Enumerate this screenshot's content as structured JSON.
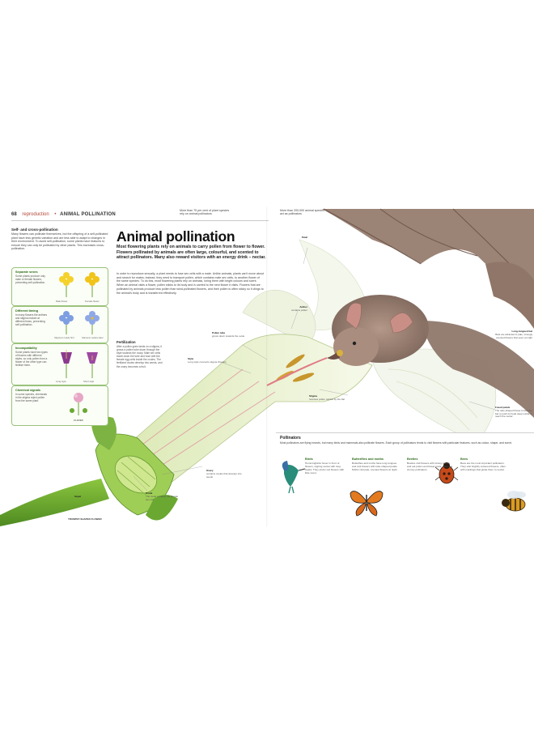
{
  "header": {
    "page_number": "68",
    "section": "reproduction",
    "separator": "•",
    "subtitle": "ANIMAL POLLINATION"
  },
  "top_notes": [
    "More than 75 per cent of plant species rely on animal pollinators",
    "More than 200,000 animal species act as pollinators"
  ],
  "sidebar": {
    "title": "Self- and cross-pollination",
    "text": "Many flowers can pollinate themselves, but the offspring of a self-pollinated plant have less genetic variation and are less able to adapt to changes in their environment. To avoid self-pollination, some plants have features to ensure they can only be pollinated by other plants. This increases cross-pollination."
  },
  "cards": [
    {
      "title": "Separate sexes",
      "text": "Some plants produce only male or female flowers, preventing self-pollination.",
      "captions": [
        "Male flower",
        "Female flower"
      ]
    },
    {
      "title": "Different timing",
      "text": "In many flowers the anthers and stigma mature at different times, preventing self-pollination.",
      "captions": [
        "Stigma is ready first",
        "Stamens mature later"
      ]
    },
    {
      "title": "Incompatibility",
      "text": "Some plants have two types of flowers with different styles, so only pollen from a flower of the other type can fertilize them.",
      "captions": [
        "Long style",
        "Short style"
      ]
    },
    {
      "title": "Chemical signals",
      "text": "In some species, chemicals in the stigma reject pollen from the same plant.",
      "captions": [
        "CLOVER"
      ]
    }
  ],
  "main": {
    "title": "Animal pollination",
    "intro": "Most flowering plants rely on animals to carry pollen from flower to flower. Flowers pollinated by animals are often large, colourful, and scented to attract pollinators. Many also reward visitors with an energy drink – nectar.",
    "body": "In order to reproduce sexually, a plant needs to fuse sex cells with a mate. Unlike animals, plants can't move about and search for mates; instead, they need to transport pollen, which contains male sex cells, to another flower of the same species. To do this, most flowering plants rely on animals, luring them with bright colours and scent. When an animal visits a flower, pollen sticks to its body and is carried to the next flower it visits. Flowers that are pollinated by animals produce less pollen than wind-pollinated flowers, and their pollen is often sticky so it clings to the animal's body and is transferred effectively."
  },
  "fertilization": {
    "title": "Fertilization",
    "text": "After a pollen grain lands on a stigma, it grows a pollen tube down through the style towards the ovary. Male sex cells travel down the tube and fuse with the female egg cells inside the ovules. The fertilized ovules develop into seeds, and the ovary becomes a fruit."
  },
  "labels": {
    "pollen_tube": "Pollen tube",
    "pollen_tube_text": "grows down towards the ovule",
    "style": "Style",
    "style_text": "Long style connects stigma to ovary",
    "ovary": "Ovary",
    "ovary_text": "contains ovules that develop into seeds",
    "ovule": "Ovule",
    "ovule_text": "The ovule contains the female sex cell",
    "petal": "Petal",
    "anther": "Anther",
    "anther_text": "contains pollen",
    "stigma": "Stigma",
    "stigma_text": "receives pollen carried by the bat",
    "fused_petals": "Fused petals",
    "fused_petals_text": "The tube-shaped flower forces the bat to push its head deep inside to reach the nectar",
    "bat": "Long-tongued bat",
    "bat_text": "Bats are attracted to pale, strongly scented flowers that open at night",
    "flower_name": "TRUMPET-SHAPED FLOWER",
    "sepal": "Sepal"
  },
  "pollinators": {
    "title": "Pollinators",
    "intro": "Most pollinators are flying insects, but many birds and mammals also pollinate flowers. Each group of pollinators tends to visit flowers with particular features, such as colour, shape, and scent.",
    "items": [
      {
        "name": "Birds",
        "text": "Hummingbirds hover in front of flowers, sipping nectar with long beaks. They prefer red flowers with little scent."
      },
      {
        "name": "Butterflies and moths",
        "text": "Butterflies and moths have long tongues and visit flowers with tube-shaped petals. Moths visit pale, scented flowers at night."
      },
      {
        "name": "Beetles",
        "text": "Beetles visit flowers with strong scents and eat pollen and flower parts. They are clumsy pollinators."
      },
      {
        "name": "Bees",
        "text": "Bees are the most important pollinators. They visit brightly coloured flowers, often with markings that guide them to nectar."
      }
    ]
  },
  "colors": {
    "accent": "#b4473a",
    "green": "#2d6a1a",
    "stem": "#6aa832",
    "petal": "#f3f6ee"
  }
}
